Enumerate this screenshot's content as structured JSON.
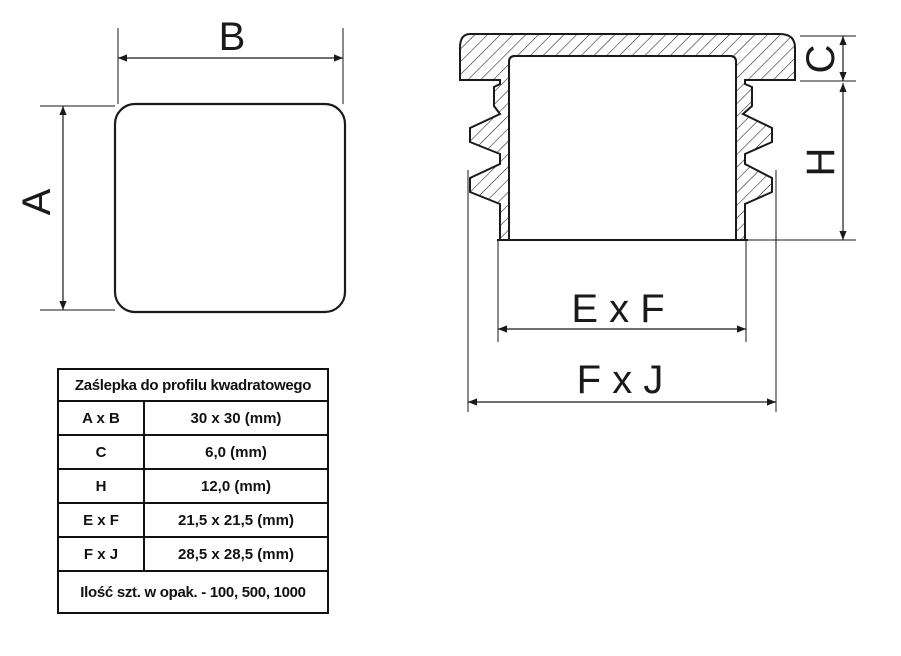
{
  "labels": {
    "a": "A",
    "b": "B",
    "c": "C",
    "h": "H",
    "exf": "E x F",
    "fxj": "F x J"
  },
  "table": {
    "title": "Zaślepka do profilu kwadratowego",
    "rows": [
      {
        "key": "A x B",
        "value": "30 x 30 (mm)"
      },
      {
        "key": "C",
        "value": "6,0 (mm)"
      },
      {
        "key": "H",
        "value": "12,0 (mm)"
      },
      {
        "key": "E x F",
        "value": "21,5 x 21,5 (mm)"
      },
      {
        "key": "F x J",
        "value": "28,5 x 28,5 (mm)"
      }
    ],
    "footer": "Ilość szt. w opak. - 100, 500, 1000"
  },
  "colors": {
    "line": "#1a1a1a",
    "background": "#ffffff"
  }
}
